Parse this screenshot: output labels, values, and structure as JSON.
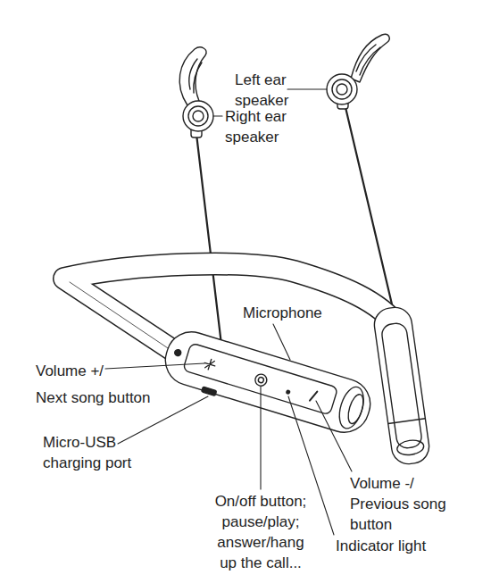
{
  "diagram": {
    "labels": [
      "Left ear speaker",
      "Right ear speaker",
      "Microphone",
      "Volume +/ Next song button",
      "Micro-USB charging port",
      "On/off button; pause/play; answer/hang up the call...",
      "Volume -/ Previous song button",
      "Indicator light"
    ]
  }
}
